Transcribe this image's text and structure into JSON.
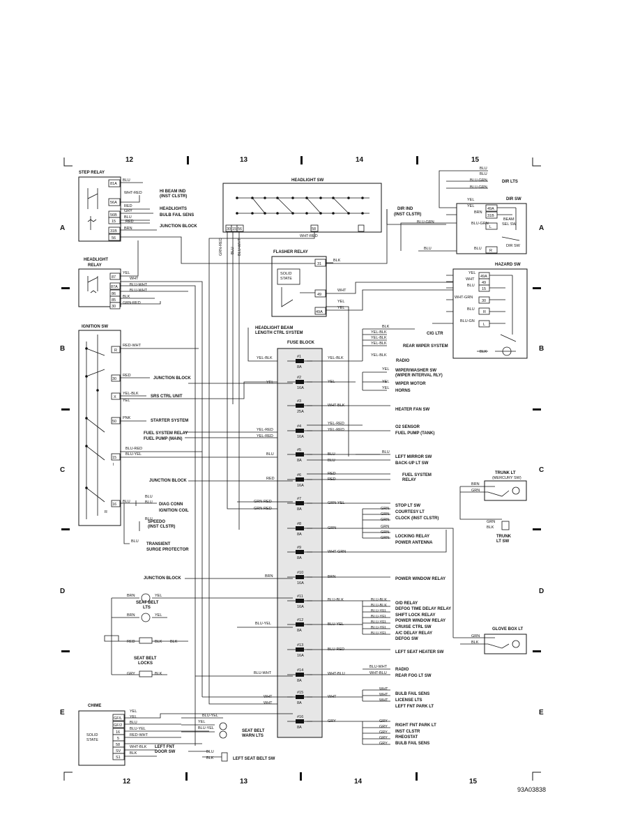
{
  "grid": {
    "columns": [
      "12",
      "13",
      "14",
      "15"
    ],
    "rows": [
      "A",
      "B",
      "C",
      "D",
      "E"
    ]
  },
  "figure_code": "93A03838",
  "components": {
    "step_relay": {
      "title": "STEP RELAY",
      "pins": [
        "81A",
        "56A",
        "56B",
        "15",
        "31B",
        "56"
      ]
    },
    "headlight_relay": {
      "title_1": "HEADLIGHT",
      "title_2": "RELAY",
      "pins": [
        "87",
        "87A",
        "86",
        "85",
        "30"
      ]
    },
    "ignition_sw": {
      "title": "IGNITION SW",
      "pins": [
        "R",
        "30",
        "X",
        "50",
        "15",
        "I",
        "16"
      ],
      "r_label": "R"
    },
    "headlight_sw": {
      "title": "HEADLIGHT SW",
      "pins": [
        "30",
        "15",
        "56",
        "58"
      ]
    },
    "flasher_relay": {
      "title": "FLASHER RELAY",
      "inner_1": "SOLID",
      "inner_2": "STATE",
      "pins": [
        "31",
        "49",
        "49A"
      ]
    },
    "dir_ind": {
      "label_1": "DIR IND",
      "label_2": "(INST CLSTR)"
    },
    "dir_sw": {
      "title": "DIR SW",
      "pins": [
        "49A",
        "31B",
        "L",
        "R"
      ],
      "beam_1": "BEAM",
      "beam_2": "SEL SW",
      "dir_label": "DIR SW"
    },
    "hazard_sw": {
      "title": "HAZARD SW",
      "pins": [
        "49A",
        "49",
        "15",
        "30",
        "R",
        "L"
      ]
    },
    "fuse_block": {
      "title": "FUSE BLOCK"
    },
    "headlight_beam": {
      "label_1": "HEADLIGHT BEAM",
      "label_2": "LENGTH CTRL SYSTEM"
    },
    "trunk_lt": {
      "title": "TRUNK LT",
      "sub": "(MERCURY SW)"
    },
    "trunk_lt_sw": {
      "label_1": "TRUNK",
      "label_2": "LT SW"
    },
    "glove_box_lt": {
      "title": "GLOVE BOX LT"
    },
    "chime": {
      "title": "CHIME",
      "inner_1": "SOLID",
      "inner_2": "STATE",
      "pins": [
        "GF/L",
        "GF/2",
        "16",
        "5",
        "58",
        "SV",
        "S1"
      ]
    },
    "seat_belt_lts": {
      "label_1": "SEAT BELT",
      "label_2": "LTS"
    },
    "seat_belt_locks": {
      "label_1": "SEAT BELT",
      "label_2": "LOCKS"
    },
    "seat_belt_warn": {
      "label_1": "SEAT BELT",
      "label_2": "WARN LTS"
    },
    "left_fnt_door_sw": {
      "label_1": "LEFT FNT",
      "label_2": "DOOR SW"
    },
    "left_seat_belt_sw": {
      "label": "LEFT SEAT BELT SW"
    }
  },
  "fuses": [
    {
      "num": "#1",
      "amp": "8A"
    },
    {
      "num": "#2",
      "amp": "16A"
    },
    {
      "num": "#3",
      "amp": "25A"
    },
    {
      "num": "#4",
      "amp": "16A"
    },
    {
      "num": "#5",
      "amp": "8A"
    },
    {
      "num": "#6",
      "amp": "16A"
    },
    {
      "num": "#7",
      "amp": "8A"
    },
    {
      "num": "#8",
      "amp": "8A"
    },
    {
      "num": "#9",
      "amp": "8A"
    },
    {
      "num": "#10",
      "amp": "16A"
    },
    {
      "num": "#11",
      "amp": "16A"
    },
    {
      "num": "#12",
      "amp": "8A"
    },
    {
      "num": "#13",
      "amp": "16A"
    },
    {
      "num": "#14",
      "amp": "8A"
    },
    {
      "num": "#15",
      "amp": "8A"
    },
    {
      "num": "#16",
      "amp": "8A"
    }
  ],
  "left_labels": [
    "HI BEAM IND",
    "(INST CLSTR)",
    "HEADLIGHTS",
    "BULB FAIL SENS",
    "JUNCTION BLOCK",
    "JUNCTION BLOCK",
    "SRS CTRL UNIT",
    "STARTER SYSTEM",
    "FUEL SYSTEM RELAY",
    "FUEL PUMP (MAIN)",
    "JUNCTION BLOCK",
    "DIAG CONN",
    "IGNITION COIL",
    "SPEEDO",
    "(INST CLSTR)",
    "TRANSIENT",
    "SURGE PROTECTOR",
    "JUNCTION BLOCK"
  ],
  "right_labels": [
    "DIR LTS",
    "CIG LTR",
    "REAR WIPER SYSTEM",
    "RADIO",
    "WIPER/WASHER SW",
    "(WIPER INTERVAL RLY)",
    "WIPER MOTOR",
    "HORNS",
    "HEATER FAN SW",
    "O2 SENSOR",
    "FUEL PUMP (TANK)",
    "LEFT MIRROR SW",
    "BACK-UP LT SW",
    "FUEL SYSTEM",
    "RELAY",
    "STOP LT SW",
    "COURTESY LT",
    "CLOCK (INST CLSTR)",
    "LOCKING RELAY",
    "POWER ANTENNA",
    "POWER WINDOW RELAY",
    "O/D RELAY",
    "DEFOG TIME DELAY RELAY",
    "SHIFT LOCK RELAY",
    "POWER WINDOW RELAY",
    "CRUISE CTRL SW",
    "A/C DELAY RELAY",
    "DEFOG SW",
    "LEFT SEAT HEATER SW",
    "RADIO",
    "REAR FOG LT SW",
    "BULB FAIL SENS",
    "LICENSE LTS",
    "LEFT FNT PARK LT",
    "RIGHT FNT PARK LT",
    "INST CLSTR",
    "RHEOSTAT",
    "BULB FAIL SENS"
  ],
  "wire_colors": {
    "step_relay": [
      "BLU",
      "WHT-RED",
      "RED",
      "GRY",
      "BLU",
      "RED",
      "BRN"
    ],
    "headlight_relay": [
      "YEL",
      "WHT",
      "BLU-WHT",
      "BLU-WHT",
      "BLK",
      "GRN-RED"
    ],
    "vertical": [
      "GRN-RED",
      "BLU",
      "BLU-WHT"
    ],
    "ignition": [
      "RED-WHT",
      "RED",
      "YEL-BLK",
      "YEL",
      "PNK",
      "YEL-RED",
      "YEL-RED",
      "BLU-RED",
      "BLU-YEL",
      "BLU",
      "BLU",
      "BLU",
      "BLU",
      "BLU"
    ],
    "fuse_in": [
      "YEL-BLK",
      "YEL",
      "YEL-RED",
      "YEL-RED",
      "BLU",
      "RED",
      "GRN-RED",
      "GRN-RED",
      "BRN",
      "BLU-YEL",
      "BLU-WHT",
      "WHT",
      "WHT"
    ],
    "fuse_out": [
      "YEL-BLK",
      "YEL",
      "WHT-BLK",
      "YEL-RED",
      "YEL-RED",
      "BLU",
      "BLU",
      "RED",
      "RED",
      "GRN-YEL",
      "GRN",
      "WHT-GRN",
      "BRN",
      "BLU-BLK",
      "BLU-YEL",
      "BLU-RED",
      "WHT-BLU",
      "WHT",
      "GRY"
    ],
    "branches_1": [
      "BLK",
      "YEL-BLK",
      "YEL-BLK",
      "YEL-BLK",
      "YEL-BLK",
      "YEL",
      "YEL",
      "YEL",
      "BLU"
    ],
    "branches_2": [
      "GRN",
      "GRN",
      "GRN",
      "GRN",
      "GRN",
      "GRN"
    ],
    "branches_3": [
      "BLU-BLK",
      "BLU-BLK",
      "BLU-YEL",
      "BLU-YEL",
      "BLU-YEL",
      "BLU-YEL",
      "BLU-YEL"
    ],
    "branches_4": [
      "BLU-WHT",
      "WHT-BLU",
      "WHT",
      "WHT",
      "WHT",
      "GRY",
      "GRY",
      "GRY",
      "GRY",
      "GRY"
    ],
    "dir": [
      "BLU",
      "BLU",
      "BLU-GRN",
      "BLU-GRN",
      "YEL",
      "YEL",
      "BRN",
      "BLU-GRN",
      "BLU",
      "BLU",
      "BLU-GRN"
    ],
    "flasher": [
      "BLK",
      "WHT",
      "YEL",
      "YEL",
      "WHT"
    ],
    "hazard": [
      "YEL",
      "WHT",
      "BLU",
      "WHT-GRN",
      "BLU",
      "BLU-GN",
      "BLK"
    ],
    "trunk": [
      "BRN",
      "GRN",
      "GRN",
      "BLK"
    ],
    "glove": [
      "GRN",
      "BLK"
    ],
    "seat_belt": [
      "BRN",
      "YEL",
      "BRN",
      "YEL",
      "RED",
      "BLK",
      "BLK",
      "GRY",
      "BLK"
    ],
    "chime": [
      "YEL",
      "YEL",
      "BLU",
      "BLU-YEL",
      "RED-WHT",
      "WHT-BLK",
      "BLK",
      "BLU-YEL",
      "YEL",
      "BLU-YEL",
      "BLU",
      "BLK"
    ]
  }
}
